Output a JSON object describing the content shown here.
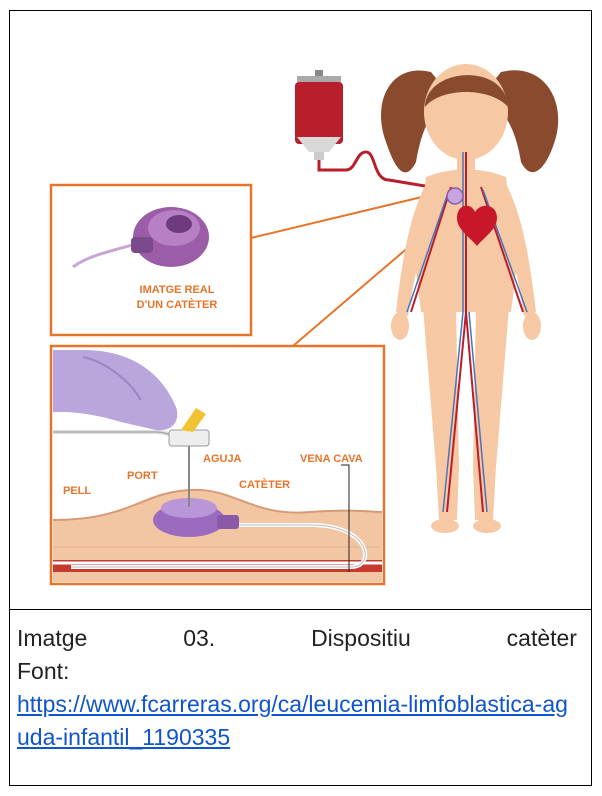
{
  "figure": {
    "callout_text": [
      "IMATGE REAL",
      "D'UN CATÈTER"
    ],
    "labels": {
      "aguja": "AGUJA",
      "port": "PORT",
      "pell": "PELL",
      "cateter": "CATÈTER",
      "vena_cava": "VENA CAVA"
    },
    "colors": {
      "accent": "#e8742a",
      "skin": "#f6c9a4",
      "hair": "#8a4a2e",
      "blood": "#b81e2b",
      "vein": "#4a74b8",
      "port": "#9b6bc0",
      "glove": "#b9a6dc"
    }
  },
  "caption": {
    "words": [
      "Imatge",
      "03.",
      "Dispositiu",
      "catèter"
    ],
    "font_label": "Font:",
    "url": "https://www.fcarreras.org/ca/leucemia-limfoblastica-aguda-infantil_1190335"
  }
}
